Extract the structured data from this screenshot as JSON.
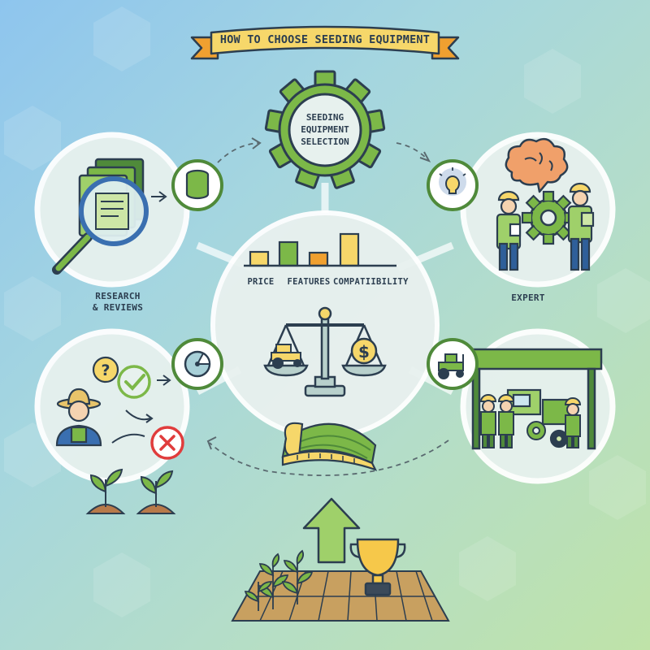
{
  "title": "HOW TO CHOOSE SEEDING EQUIPMENT",
  "hub": {
    "label": "SEEDING EQUIPMENT SELECTION"
  },
  "criteria": {
    "items": [
      "PRICE",
      "FEATURES",
      "COMPATIIBILITY"
    ]
  },
  "nodes": {
    "research": "RESEARCH\n& REVIEWS",
    "expert": "EXPERT"
  },
  "icons": [
    "gear-icon",
    "database-icon",
    "magnifier-icon",
    "document-icon",
    "lightbulb-icon",
    "brain-icon",
    "expert-worker-icon",
    "question-icon",
    "check-icon",
    "cross-icon",
    "farmer-icon",
    "sprout-icon",
    "tractor-icon",
    "scale-icon",
    "dollar-icon",
    "measuring-tape-icon",
    "arrow-up-icon",
    "trophy-icon",
    "field-icon"
  ],
  "colors": {
    "green": "#7cb848",
    "dark_green": "#4f8a3a",
    "yellow": "#f6d76a",
    "orange": "#f0a030",
    "navy": "#2c3e50",
    "blue": "#3a6fb0",
    "red": "#e03c3c"
  }
}
